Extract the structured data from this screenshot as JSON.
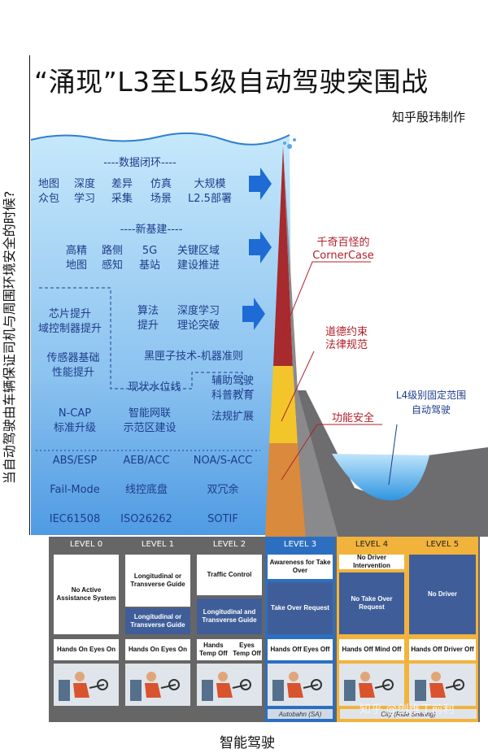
{
  "title": "“涌现”L3至L5级自动驾驶突围战",
  "author": "知乎殷玮制作",
  "vertical_title": "当自动驾驶由车辆保证司机与周围环境安全的时候?",
  "bottom_caption": "智能驾驶",
  "watermark": "知乎 @创维丁前利",
  "water": {
    "data_loop": {
      "heading": "----数据闭环----",
      "items": [
        [
          "地图",
          "众包"
        ],
        [
          "深度",
          "学习"
        ],
        [
          "差异",
          "采集"
        ],
        [
          "仿真",
          "场景"
        ],
        [
          "大规模",
          "L2.5部署"
        ]
      ]
    },
    "new_infra": {
      "heading": "----新基建----",
      "items": [
        [
          "高精",
          "地图"
        ],
        [
          "路侧",
          "感知"
        ],
        [
          "5G",
          "基站"
        ],
        [
          "关键区域",
          "建设推进"
        ]
      ]
    },
    "chip": [
      "芯片提升",
      "域控制器提升"
    ],
    "algo": [
      "算法",
      "提升"
    ],
    "deep": [
      "深度学习",
      "理论突破"
    ],
    "sensor": [
      "传感器基础",
      "性能提升"
    ],
    "blackbox": "黑匣子技术-机器准则",
    "status": "现状水位线",
    "assist": [
      "辅助驾驶",
      "科普教育"
    ],
    "law_ext": "法规扩展",
    "ncap": [
      "N-CAP",
      "标准升级"
    ],
    "network": [
      "智能网联",
      "示范区建设"
    ],
    "row1": [
      "ABS/ESP",
      "AEB/ACC",
      "NOA/S-ACC"
    ],
    "row2": [
      "Fail-Mode",
      "线控底盘",
      "双冗余"
    ],
    "row3": [
      "IEC61508",
      "ISO26262",
      "SOTIF"
    ]
  },
  "peak_labels": {
    "corner": [
      "千奇百怪的",
      "CornerCase"
    ],
    "ethics": [
      "道德约束",
      "法律规范"
    ],
    "functional": "功能安全",
    "l4": [
      "L4级别固定范围",
      "自动驾驶"
    ]
  },
  "levels": [
    {
      "name": "LEVEL 0",
      "desc": "No Active Assistance System",
      "mode": [
        "Hands On",
        "Eyes On"
      ]
    },
    {
      "name": "LEVEL 1",
      "desc": "Longitudinal or Transverse Guide",
      "desc2": "Longitudinal or Transverse Guide",
      "mode": [
        "Hands On",
        "Eyes On"
      ]
    },
    {
      "name": "LEVEL 2",
      "desc": "Traffic Control",
      "desc2": "Longitudinal and Transverse Guide",
      "mode": [
        "Hands Temp Off",
        "Eyes Temp Off"
      ]
    },
    {
      "name": "LEVEL 3",
      "desc": "Awareness for Take Over",
      "desc2": "Take Over Request",
      "mode": [
        "Hands Off",
        "Eyes Off"
      ],
      "strip": "Autobahn (SA)"
    },
    {
      "name": "LEVEL 4",
      "desc": "No Driver Intervention",
      "desc2": "No Take Over Request",
      "mode": [
        "Hands Off",
        "Mind Off"
      ],
      "strip": "City (Ride Sharing)"
    },
    {
      "name": "LEVEL 5",
      "desc": "No Driver",
      "mode": [
        "Hands Off",
        "Driver Off"
      ]
    }
  ],
  "colors": {
    "water_top": "#c6e8fb",
    "water_bottom": "#4f9be3",
    "peak_red": "#a72a2f",
    "peak_yellow": "#f2c52a",
    "peak_orange": "#d98a3c",
    "levels_gray": "#6a6a6a",
    "level3_blue": "#2c6fc0",
    "level45_orange": "#f2b33d",
    "arrow_blue": "#1e6bd6"
  }
}
